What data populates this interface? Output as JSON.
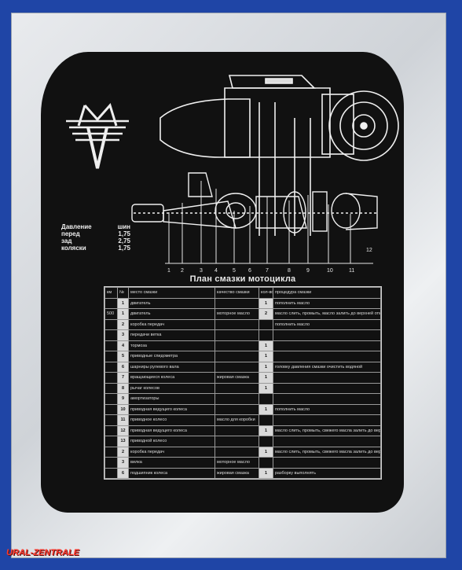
{
  "pressure": {
    "title_left": "Давление",
    "title_right": "шин",
    "rows": [
      {
        "label": "перед",
        "value": "1,75"
      },
      {
        "label": "зад",
        "value": "2,75"
      },
      {
        "label": "коляски",
        "value": "1,75"
      }
    ]
  },
  "diagram": {
    "part_numbers": [
      "1",
      "2",
      "3",
      "4",
      "5",
      "6",
      "7",
      "8",
      "9",
      "10",
      "11"
    ],
    "tag": "12"
  },
  "chart_title": "План смазки мотоцикла",
  "table": {
    "header": [
      "км",
      "№",
      "место смазки",
      "качество смазки",
      "кол-во",
      "процедура смазки"
    ],
    "rows": [
      [
        "",
        "1",
        "двигатель",
        "",
        "1",
        "пополнить масло"
      ],
      [
        "500",
        "1",
        "двигатель",
        "моторное масло",
        "2",
        "масло слить, промыть, масло залить до верхней отметки"
      ],
      [
        "",
        "2",
        "коробка передач",
        "",
        "",
        "пополнить масло"
      ],
      [
        "",
        "3",
        "передачи ветка",
        "",
        "",
        ""
      ],
      [
        "",
        "4",
        "тормоза",
        "",
        "1",
        ""
      ],
      [
        "",
        "5",
        "приводные спидометра",
        "",
        "1",
        ""
      ],
      [
        "",
        "6",
        "шарниры рулевого вала",
        "",
        "1",
        "головку давления смазки очистить водяной"
      ],
      [
        "",
        "7",
        "вращающиеся колеса",
        "жировая смазка",
        "1",
        ""
      ],
      [
        "",
        "8",
        "рычаг колесов",
        "",
        "1",
        ""
      ],
      [
        "",
        "9",
        "амортизаторы",
        "",
        "",
        ""
      ],
      [
        "",
        "10",
        "приводная ведущего колеса",
        "",
        "1",
        "пополнить масло"
      ],
      [
        "",
        "11",
        "приводное колесо",
        "масло для коробки",
        "",
        ""
      ],
      [
        "",
        "12",
        "приводная ведущего колеса",
        "",
        "1",
        "масло слить, промыть, свежего масла залить до верхней отметки"
      ],
      [
        "",
        "13",
        "приводной колесо",
        "",
        "",
        ""
      ],
      [
        "",
        "2",
        "коробка передач",
        "",
        "1",
        "масло слить, промыть, свежего масла залить до верхней отметки"
      ],
      [
        "",
        "3",
        "вилка",
        "моторное масло",
        "",
        ""
      ],
      [
        "",
        "6",
        "подшипник колеса",
        "жировая смазка",
        "1",
        "разборку выполнять"
      ]
    ]
  },
  "watermark": "URAL-ZENTRALE",
  "colors": {
    "background": "#1f45a6",
    "plate": "#dfe2e6",
    "panel": "#111111",
    "watermark": "#ff3b2f"
  },
  "icons": [
    "km-logo-icon"
  ]
}
